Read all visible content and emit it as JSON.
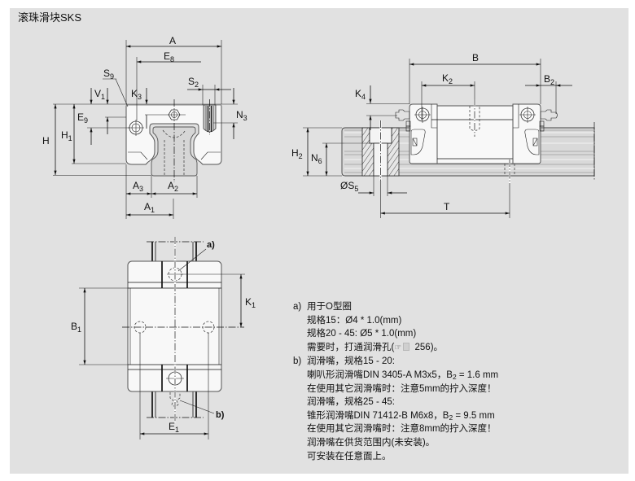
{
  "title": "滚珠滑块SKS",
  "colors": {
    "panel_background": "#e1e1e1",
    "page_background": "#ffffff",
    "carriage_fill": "#f8f8f8",
    "rail_fill": "#d6d6d6",
    "line": "#111111"
  },
  "front_view": {
    "labels": [
      {
        "main": "A",
        "sub": ""
      },
      {
        "main": "E",
        "sub": "8"
      },
      {
        "main": "S",
        "sub": "9"
      },
      {
        "main": "V",
        "sub": "1"
      },
      {
        "main": "K",
        "sub": "3"
      },
      {
        "main": "S",
        "sub": "2"
      },
      {
        "main": "N",
        "sub": "3"
      },
      {
        "main": "E",
        "sub": "9"
      },
      {
        "main": "H",
        "sub": "1"
      },
      {
        "main": "H",
        "sub": ""
      },
      {
        "main": "A",
        "sub": "3"
      },
      {
        "main": "A",
        "sub": "2"
      },
      {
        "main": "A",
        "sub": "1"
      }
    ]
  },
  "side_view": {
    "labels": [
      {
        "main": "B",
        "sub": ""
      },
      {
        "main": "K",
        "sub": "2"
      },
      {
        "main": "B",
        "sub": "2"
      },
      {
        "main": "K",
        "sub": "4"
      },
      {
        "main": "H",
        "sub": "2"
      },
      {
        "main": "N",
        "sub": "6"
      },
      {
        "main": "ØS",
        "sub": "5"
      },
      {
        "main": "T",
        "sub": ""
      }
    ]
  },
  "top_view": {
    "labels": [
      {
        "main": "B",
        "sub": "1"
      },
      {
        "main": "K",
        "sub": "1"
      },
      {
        "main": "E",
        "sub": "1"
      }
    ],
    "callouts": [
      "a)",
      "b)"
    ]
  },
  "notes": {
    "a": {
      "marker": "a)",
      "lines": [
        "用于O型圈",
        "规格15：Ø4 * 1.0(mm)",
        "规格20 - 45: Ø5 * 1.0(mm)"
      ],
      "reference": {
        "before": "需要时，打通润滑孔(",
        "symbol": "☞",
        "icon": "document-icon",
        "after": " 256)。"
      }
    },
    "b": {
      "marker": "b)",
      "lines": [
        {
          "text": "润滑嘴，规格15 - 20:"
        },
        {
          "text": "喇叭形润滑嘴DIN 3405-A M3x5，B",
          "sub": "2",
          "post": " = 1.6 mm"
        },
        {
          "text": "在使用其它润滑嘴时：注意5mm的拧入深度！"
        },
        {
          "text": "润滑嘴，规格25 - 45:"
        },
        {
          "text": "锥形润滑嘴DIN 71412-B M6x8，B",
          "sub": "2",
          "post": " = 9.5 mm"
        },
        {
          "text": "在使用其它润滑嘴时：注意8mm的拧入深度！"
        },
        {
          "text": "润滑嘴在供货范围内(未安装)。"
        },
        {
          "text": "可安装在任意面上。"
        }
      ]
    }
  }
}
